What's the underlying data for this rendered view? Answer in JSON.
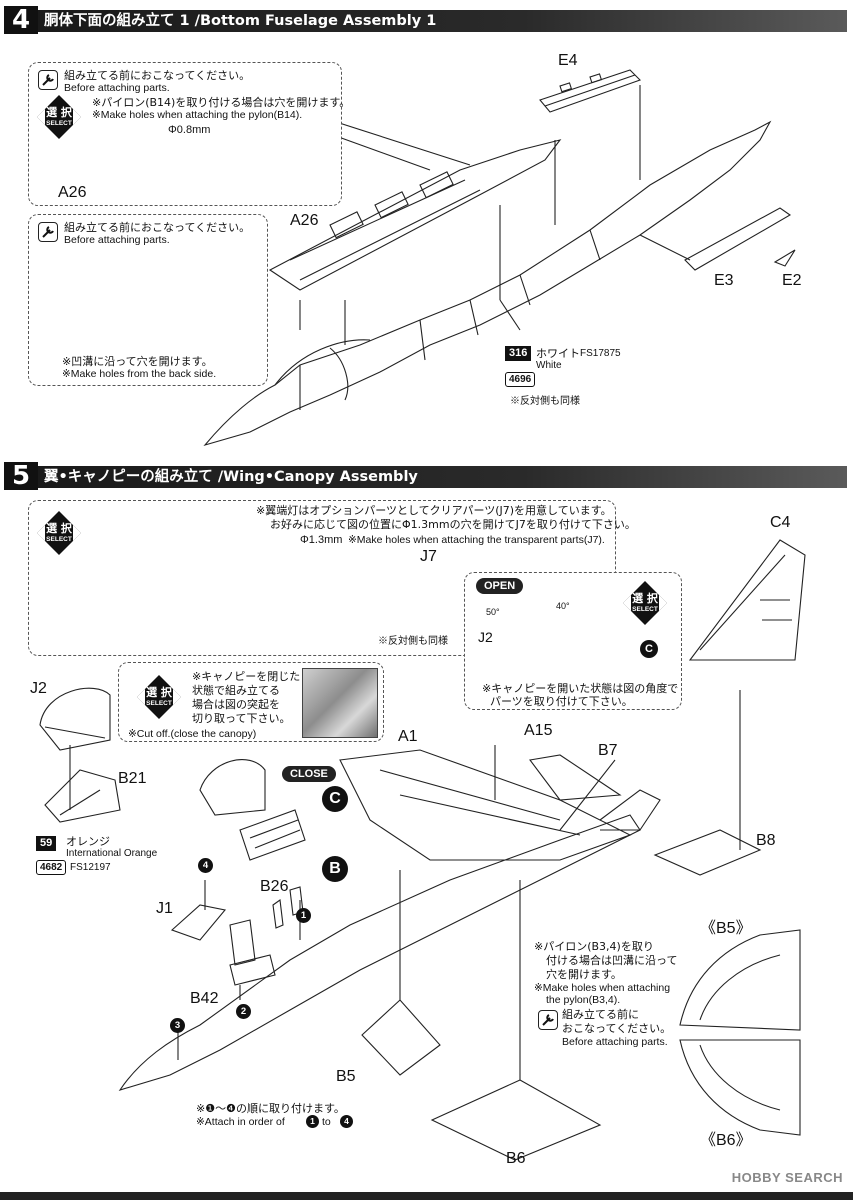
{
  "step4": {
    "number": "4",
    "title": "胴体下面の組み立て 1 /Bottom Fuselage Assembly 1",
    "note1": {
      "jp": "組み立てる前におこなってください。",
      "en": "Before attaching parts.",
      "pylon_jp": "※パイロン(B14)を取り付ける場合は穴を開けます。",
      "pylon_en": "※Make holes when attaching the pylon(B14).",
      "hole_size": "Φ0.8mm",
      "part": "A26"
    },
    "note2": {
      "jp": "組み立てる前におこなってください。",
      "en": "Before attaching parts.",
      "groove_jp": "※凹溝に沿って穴を開けます。",
      "groove_en": "※Make holes from the back side."
    },
    "parts": {
      "a26": "A26",
      "e4": "E4",
      "e3": "E3",
      "e2": "E2"
    },
    "paint": {
      "num": "316",
      "jp": "ホワイト",
      "fs": "FS17875",
      "en": "White",
      "code": "4696"
    },
    "opposite_jp": "※反対側も同様"
  },
  "step5": {
    "number": "5",
    "title": "翼•キャノピーの組み立て /Wing•Canopy Assembly",
    "wing_note_jp1": "※翼端灯はオプションパーツとしてクリアパーツ(J7)を用意しています。",
    "wing_note_jp2": "お好みに応じて図の位置にΦ1.3mmの穴を開けてJ7を取り付けて下さい。",
    "hole_size": "Φ1.3mm",
    "wing_note_en": "※Make holes when attaching the transparent parts(J7).",
    "j7": "J7",
    "opposite_jp": "※反対側も同様",
    "open_pill": "OPEN",
    "angle1": "50°",
    "angle2": "40°",
    "j2_open": "J2",
    "open_note_jp1": "※キャノピーを開いた状態は図の角度で",
    "open_note_jp2": "パーツを取り付けて下さい。",
    "cut_note_jp1": "※キャノピーを閉じた",
    "cut_note_jp2": "状態で組み立てる",
    "cut_note_jp3": "場合は図の突起を",
    "cut_note_jp4": "切り取って下さい。",
    "cut_note_en": "※Cut off.(close the canopy)",
    "close_pill": "CLOSE",
    "letters": {
      "b": "B",
      "c": "C"
    },
    "paint": {
      "num": "59",
      "jp": "オレンジ",
      "en": "International Orange",
      "code": "4682",
      "fs": "FS12197"
    },
    "parts": {
      "c4": "C4",
      "a1": "A1",
      "a15": "A15",
      "b7": "B7",
      "b8": "B8",
      "j2": "J2",
      "b21": "B21",
      "b26": "B26",
      "j1": "J1",
      "b42": "B42",
      "b5": "B5",
      "b6": "B6",
      "b5_variant": "《B5》",
      "b6_variant": "《B6》"
    },
    "pylon_note_jp1": "※パイロン(B3,4)を取り",
    "pylon_note_jp2": "付ける場合は凹溝に沿って",
    "pylon_note_jp3": "穴を開けます。",
    "pylon_note_en1": "※Make holes when attaching",
    "pylon_note_en2": "the pylon(B3,4).",
    "before_jp1": "組み立てる前に",
    "before_jp2": "おこなってください。",
    "before_en": "Before attaching parts.",
    "order_jp": "※❶〜❹の順に取り付けます。",
    "order_en1": "※Attach in order of",
    "order_en2": "to",
    "order_nums": [
      "1",
      "2",
      "3",
      "4"
    ]
  },
  "select_badge": {
    "jp": "選 択",
    "en": "SELECT"
  },
  "icons": [
    "wrench-icon",
    "select-badge-icon"
  ],
  "watermark": "HOBBY SEARCH"
}
